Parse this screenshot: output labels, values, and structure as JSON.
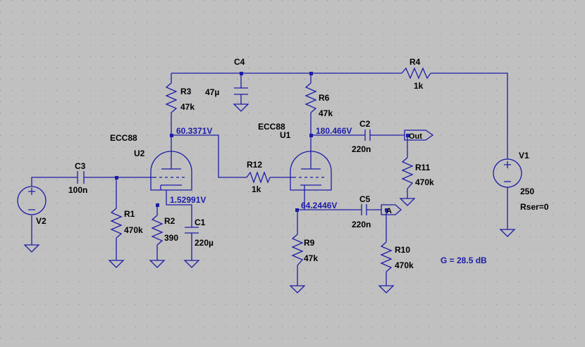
{
  "components": {
    "C4": {
      "name": "C4",
      "value": "47µ"
    },
    "R4": {
      "name": "R4",
      "value": "1k"
    },
    "R3": {
      "name": "R3",
      "value": "47k"
    },
    "R6": {
      "name": "R6",
      "value": "47k"
    },
    "U2": {
      "name": "U2",
      "type": "ECC88"
    },
    "U1": {
      "name": "U1",
      "type": "ECC88"
    },
    "C2": {
      "name": "C2",
      "value": "220n"
    },
    "C3": {
      "name": "C3",
      "value": "100n"
    },
    "R12": {
      "name": "R12",
      "value": "1k"
    },
    "R11": {
      "name": "R11",
      "value": "470k"
    },
    "V1": {
      "name": "V1",
      "value": "250",
      "param": "Rser=0"
    },
    "V2": {
      "name": "V2"
    },
    "R1": {
      "name": "R1",
      "value": "470k"
    },
    "R2": {
      "name": "R2",
      "value": "390"
    },
    "C1": {
      "name": "C1",
      "value": "220µ"
    },
    "R9": {
      "name": "R9",
      "value": "47k"
    },
    "C5": {
      "name": "C5",
      "value": "220n"
    },
    "R10": {
      "name": "R10",
      "value": "470k"
    }
  },
  "node_voltages": {
    "u2_plate": "60.3371V",
    "u2_cathode": "1.52991V",
    "u1_plate": "180.466V",
    "u1_cathode": "64.2446V"
  },
  "ports": {
    "out": "Out",
    "a": "A"
  },
  "gain_note": "G = 28.5 dB",
  "colors": {
    "background": "#c0c0c0",
    "wire": "#1c1ca8",
    "voltage_text": "#1c1ca8",
    "label_text": "#000000"
  }
}
